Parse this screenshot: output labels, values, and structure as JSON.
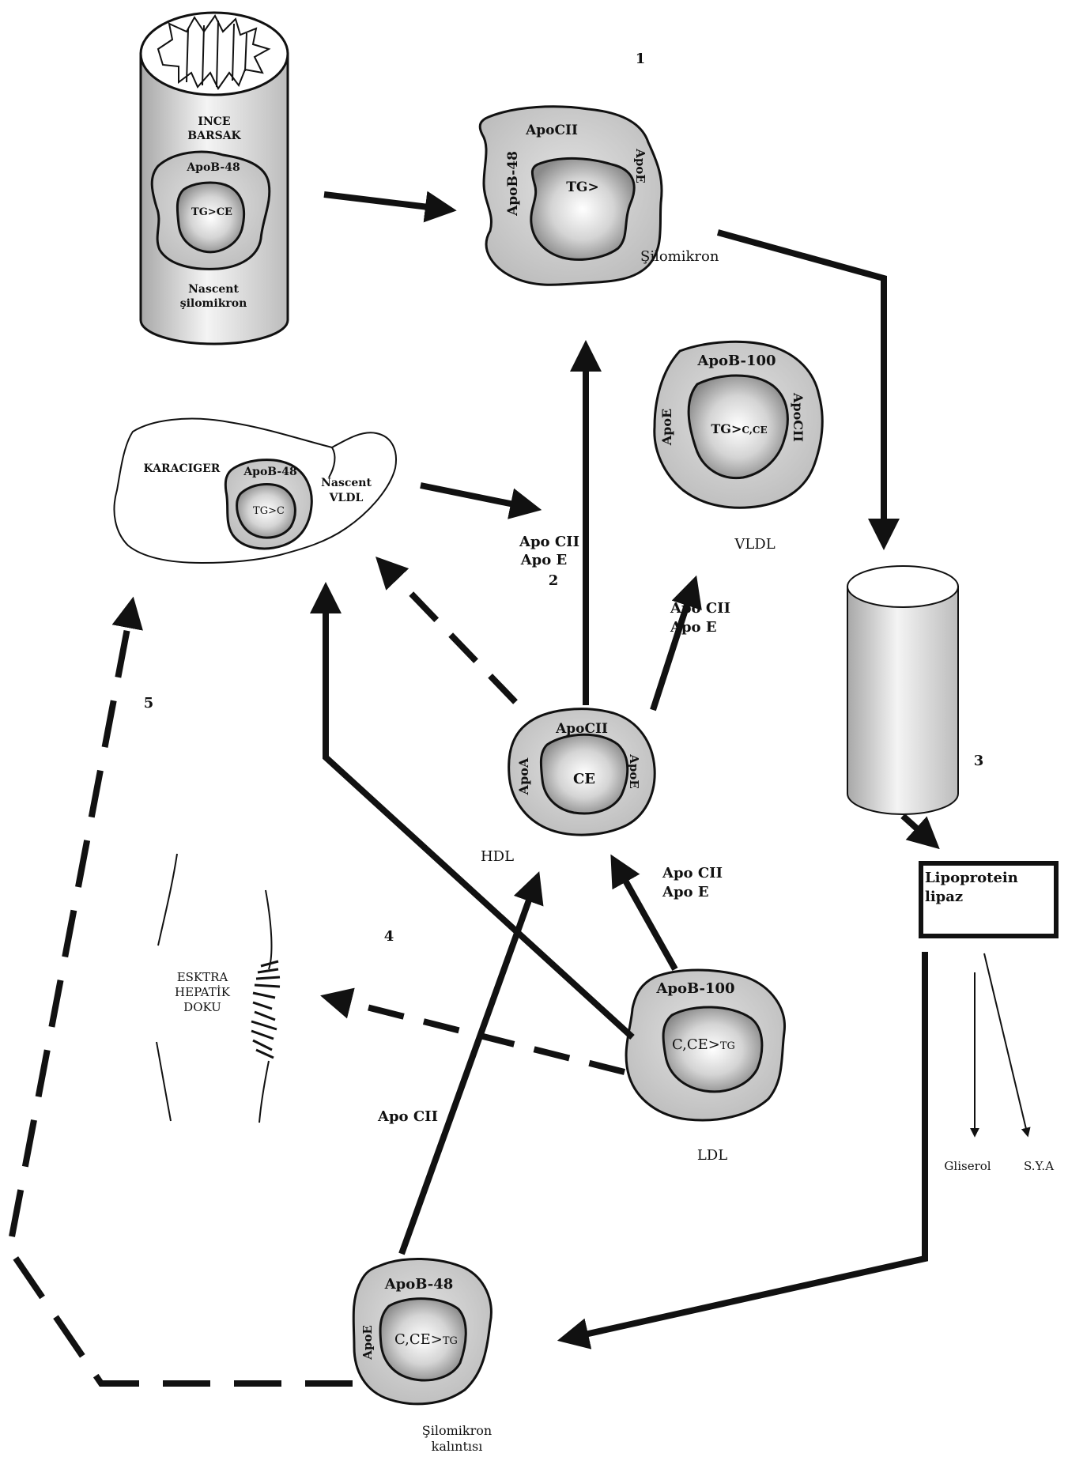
{
  "markers": {
    "m1": "1",
    "m2": "2",
    "m3": "3",
    "m4": "4",
    "m5": "5"
  },
  "intestine": {
    "title_line1": "INCE",
    "title_line2": "BARSAK",
    "apo": "ApoB-48",
    "core": "TG>CE",
    "caption_line1": "Nascent",
    "caption_line2": "şilomikron"
  },
  "chylomicron": {
    "apo_top": "ApoCII",
    "apo_left": "ApoB-48",
    "apo_right": "ApoE",
    "core": "TG>",
    "caption": "Şilomikron"
  },
  "vldl": {
    "apo_top": "ApoB-100",
    "apo_left": "ApoE",
    "apo_right": "ApoCII",
    "core_main": "TG>",
    "core_small": "C,CE",
    "caption": "VLDL"
  },
  "liver": {
    "title": "KARACIGER",
    "apo": "ApoB-48",
    "core": "TG>C",
    "caption_line1": "Nascent",
    "caption_line2": "VLDL"
  },
  "transfer_center": {
    "line1": "Apo CII",
    "line2": "Apo E"
  },
  "transfer_vldl": {
    "line1": "Apo  CII",
    "line2": "Apo E"
  },
  "transfer_ldl": {
    "line1": "Apo  CII",
    "line2": "Apo E"
  },
  "transfer_remnant": {
    "line1": "Apo CII"
  },
  "hdl": {
    "apo_top": "ApoCII",
    "apo_left": "ApoA",
    "apo_right": "ApoE",
    "core": "CE",
    "caption": "HDL"
  },
  "capillary": {
    "label": ""
  },
  "lipase": {
    "line1": "Lipoprotein",
    "line2": "lipaz",
    "product1": "Gliserol",
    "product2": "S.Y.A"
  },
  "tissue": {
    "line1": "ESKTRA",
    "line2": "HEPATİK",
    "line3": "DOKU"
  },
  "ldl": {
    "apo_top": "ApoB-100",
    "core_main": "C,CE>",
    "core_small": "TG",
    "caption": "LDL"
  },
  "remnant": {
    "apo_top": "ApoB-48",
    "apo_left": "ApoE",
    "core_main": "C,CE>",
    "core_small": "TG",
    "caption_line1": "Şilomikron",
    "caption_line2": "kalıntısı"
  },
  "colors": {
    "ink": "#111111",
    "particle_shell": "#c9c9c9",
    "core_light": "#ffffff",
    "core_dark": "#8a8a8a"
  }
}
